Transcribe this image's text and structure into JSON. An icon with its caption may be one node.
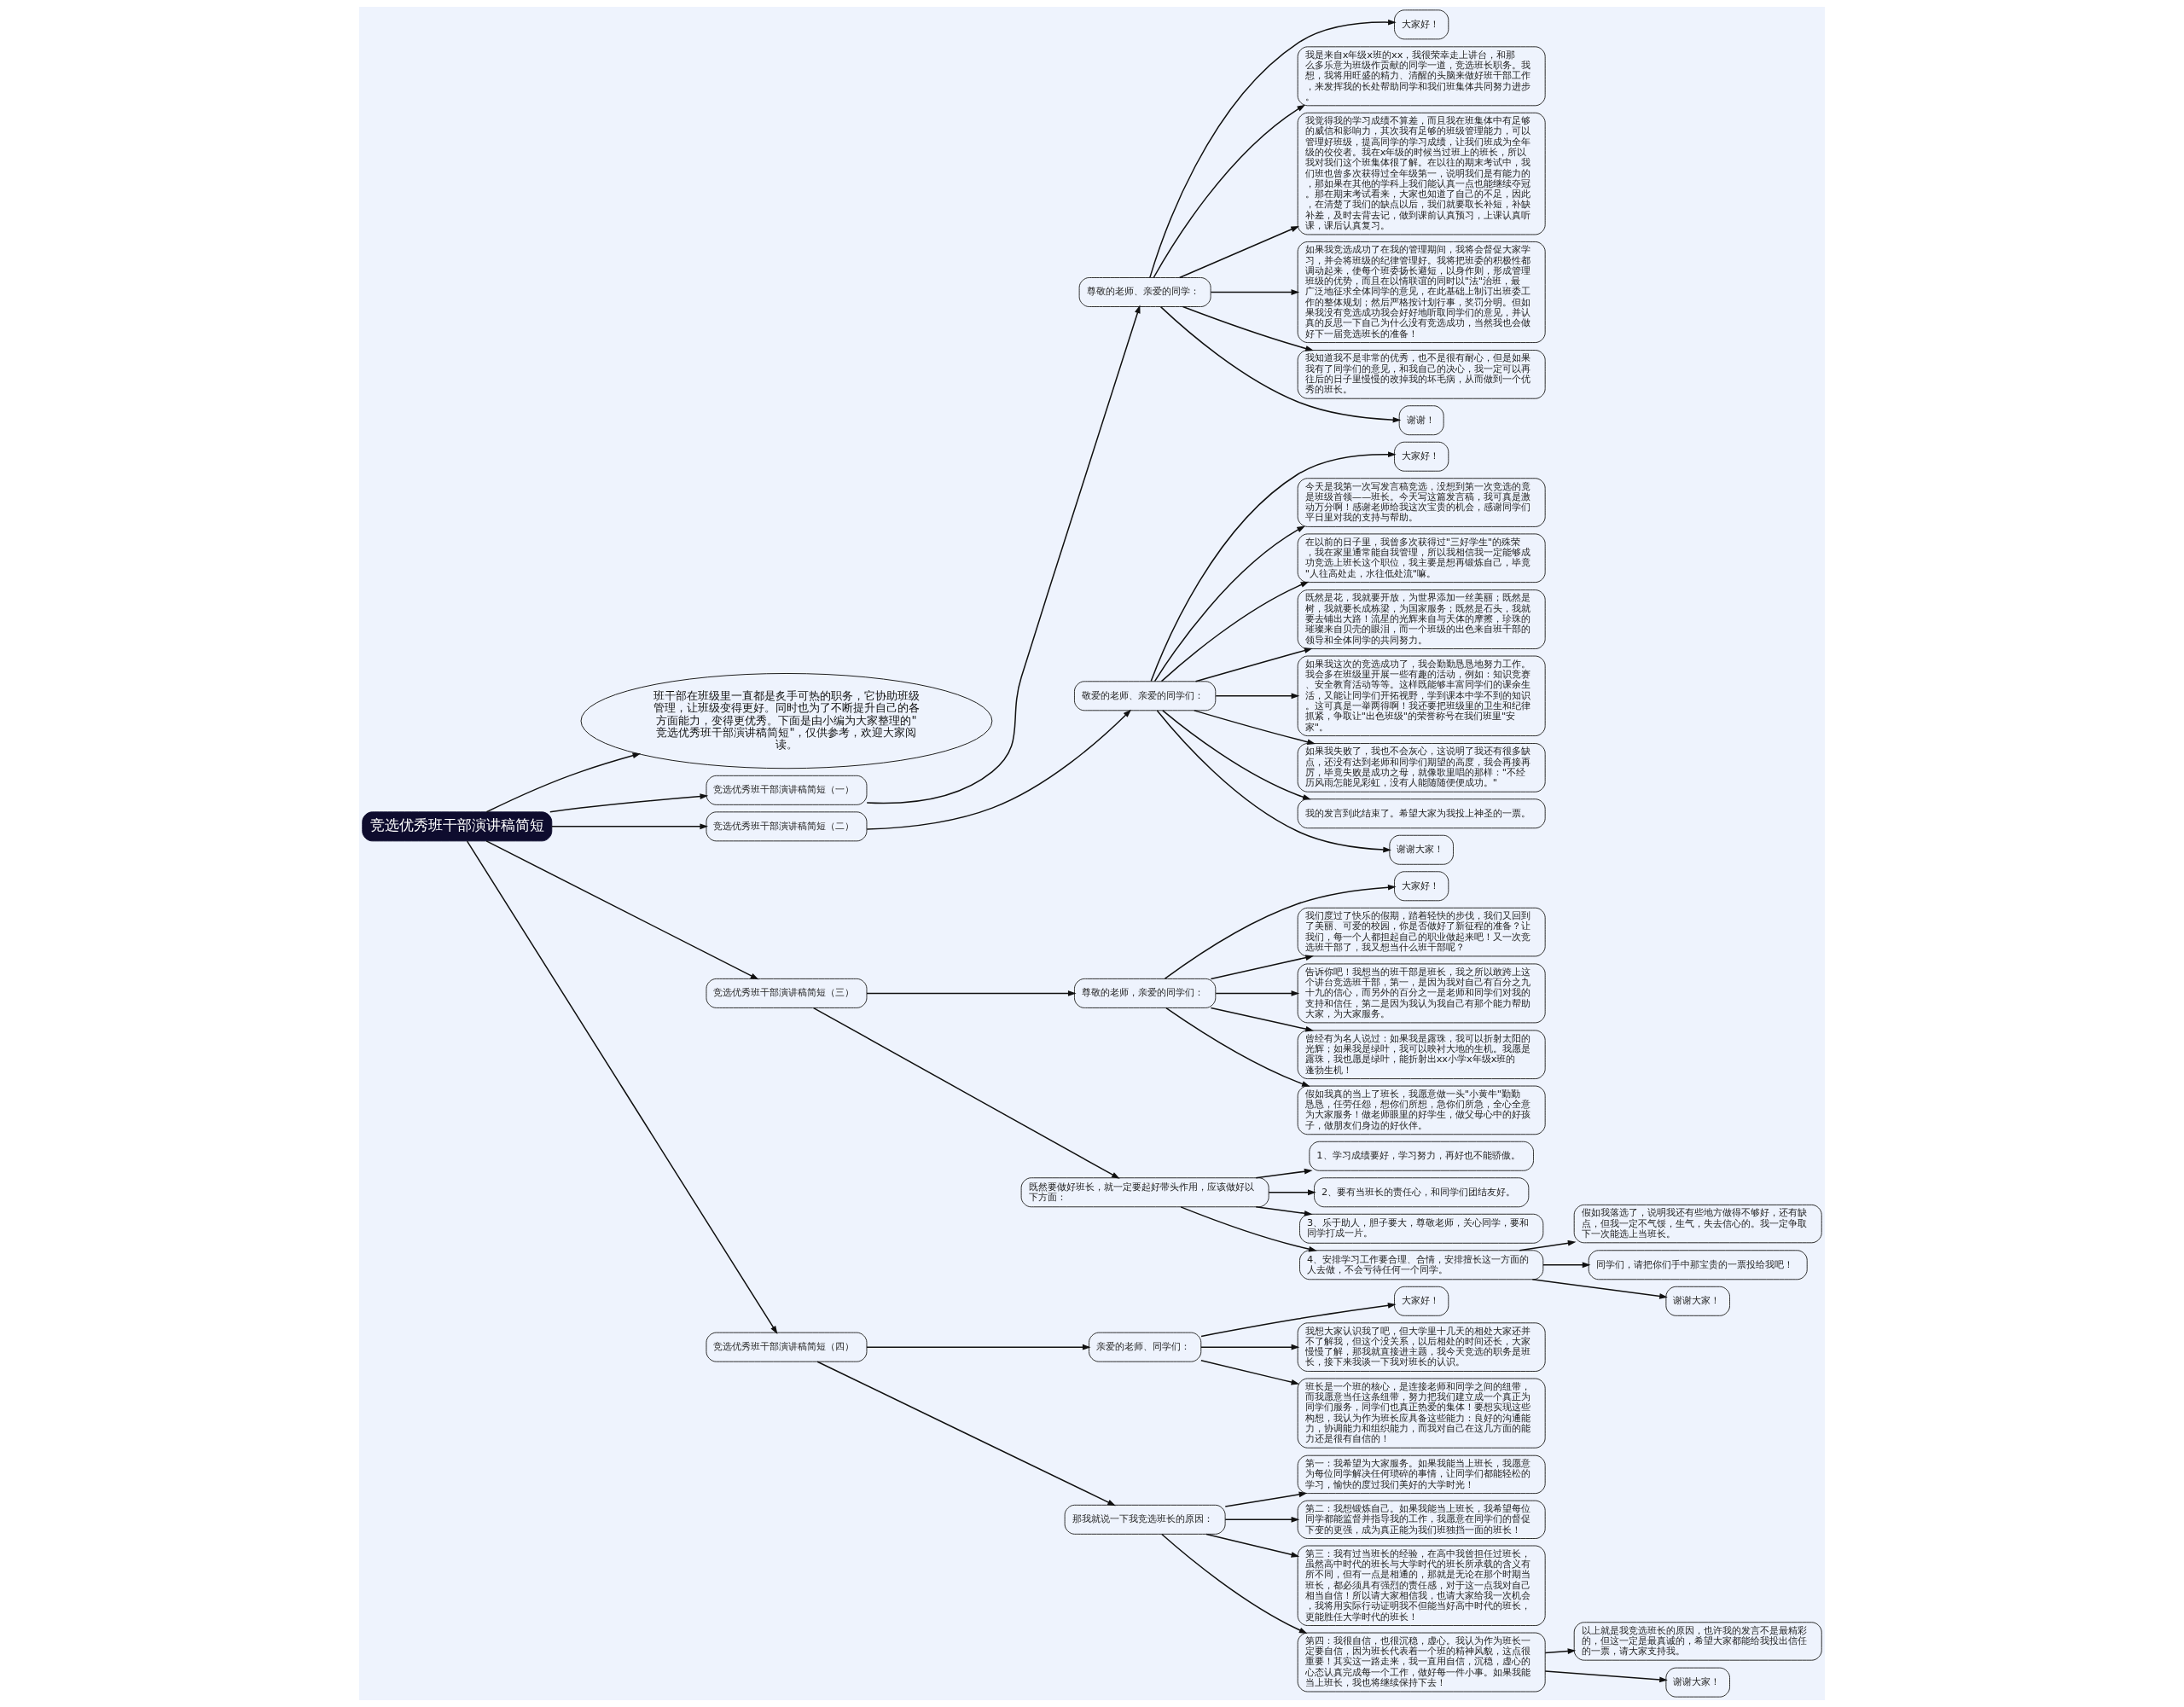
{
  "diagram": {
    "nodes": [
      {
        "text": [
          "竞选优秀班干部演讲稿简短"
        ]
      },
      {
        "text": [
          "班干部在班级里一直都是炙手可热的职务，它协助班级管理，让班级变得更好。同时也为了不断提升自己的各方面能力，变得更优秀。下面是由小编为大家整理的\"竞选优秀班干部演讲稿简短\"，仅供参考，欢迎大家阅读。"
        ]
      },
      {
        "text": [
          "竞选优秀班干部演讲稿简短（一）"
        ]
      },
      {
        "text": [
          "尊敬的老师、亲爱的同学："
        ]
      },
      {
        "text": [
          "大家好！"
        ]
      },
      {
        "text": [
          "我是来自x年级x班的xx，我很荣幸走上讲台，和那么多乐意为班级作贡献的同学一道，竞选班长职务。我想，我将用旺盛的精力、清醒的头脑来做好班干部工作，来发挥我的长处帮助同学和我们班集体共同努力进步。"
        ]
      },
      {
        "text": [
          "我觉得我的学习成绩不算差，而且我在班集体中有足够的威信和影响力，其次我有足够的班级管理能力，可以管理好班级，提高同学的学习成绩，让我们班成为全年级的佼佼者。我在x年级的时候当过班上的班长，所以我对我们这个班集体很了解。在以往的期末考试中，我们班也曾多次获得过全年级第一，说明我们是有能力的，那如果在其他的学科上我们能认真一点也能继续夺冠。那在期末考试看来，大家也知道了自己的不足，因此，在清楚了我们的缺点以后，我们就要取长补短，补缺补差，及时去背去记，做到课前认真预习，上课认真听课，课后认真复习。"
        ]
      },
      {
        "text": [
          "如果我竞选成功了在我的管理期间，我将会督促大家学习，并会将班级的纪律管理好。我将把班委的积极性都调动起来，使每个班委扬长避短，以身作则，形成管理班级的优势，而且在以情联谊的同时以\"法\"治班，最广泛地征求全体同学的意见，在此基础上制订出班委工作的整体规划；然后严格按计划行事，奖罚分明。但如果我没有竞选成功我会好好地听取同学们的意见，并认真的反思一下自己为什么没有竞选成功，当然我也会做好下一届竞选班长的准备！"
        ]
      },
      {
        "text": [
          "我知道我不是非常的优秀，也不是很有耐心，但是如果我有了同学们的意见，和我自己的决心，我一定可以再往后的日子里慢慢的改掉我的坏毛病，从而做到一个优秀的班长。"
        ]
      },
      {
        "text": [
          "谢谢！"
        ]
      },
      {
        "text": [
          "竞选优秀班干部演讲稿简短（二）"
        ]
      },
      {
        "text": [
          "敬爱的老师、亲爱的同学们："
        ]
      },
      {
        "text": [
          "大家好！"
        ]
      },
      {
        "text": [
          "今天是我第一次写发言稿竞选，没想到第一次竞选的竟是班级首领——班长。今天写这篇发言稿，我可真是激动万分啊！感谢老师给我这次宝贵的机会，感谢同学们平日里对我的支持与帮助。"
        ]
      },
      {
        "text": [
          "在以前的日子里，我曾多次获得过\"三好学生\"的殊荣，我在家里通常能自我管理，所以我相信我一定能够成功竞选上班长这个职位，我主要是想再锻炼自己，毕竟\"人往高处走，水往低处流\"嘛。"
        ]
      },
      {
        "text": [
          "既然是花，我就要开放，为世界添加一丝美丽；既然是树，我就要长成栋梁，为国家服务；既然是石头，我就要去铺出大路！流星的光辉来自与天体的摩擦，珍珠的璀璨来自贝壳的眼泪，而一个班级的出色来自班干部的领导和全体同学的共同努力。"
        ]
      },
      {
        "text": [
          "如果我这次的竞选成功了，我会勤勤恳恳地努力工作。我会多在班级里开展一些有趣的活动，例如：知识竞赛、安全教育活动等等。这样既能够丰富同学们的课余生活，又能让同学们开拓视野，学到课本中学不到的知识。这可真是一举两得啊！我还要把班级里的卫生和纪律抓紧，争取让\"出色班级\"的荣誉称号在我们班里\"安家\"。"
        ]
      },
      {
        "text": [
          "如果我失败了，我也不会灰心，这说明了我还有很多缺点，还没有达到老师和同学们期望的高度，我会再接再厉，毕竟失败是成功之母，就像歌里唱的那样：\"不经历风雨怎能见彩虹，没有人能随随便便成功。\""
        ]
      },
      {
        "text": [
          "我的发言到此结束了。希望大家为我投上神圣的一票。"
        ]
      },
      {
        "text": [
          "谢谢大家！"
        ]
      },
      {
        "text": [
          "竞选优秀班干部演讲稿简短（三）"
        ]
      },
      {
        "text": [
          "尊敬的老师，亲爱的同学们："
        ]
      },
      {
        "text": [
          "大家好！"
        ]
      },
      {
        "text": [
          "我们度过了快乐的假期，踏着轻快的步伐，我们又回到了美丽、可爱的校园，你是否做好了新征程的准备？让我们，每一个人都担起自己的职业做起来吧！又一次竞选班干部了，我又想当什么班干部呢？"
        ]
      },
      {
        "text": [
          "告诉你吧！我想当的班干部是班长，我之所以敢跨上这个讲台竞选班干部，第一，是因为我对自己有百分之九十九的信心，而另外的百分之一是老师和同学们对我的支持和信任，第二是因为我认为我自己有那个能力帮助大家，为大家服务。"
        ]
      },
      {
        "text": [
          "曾经有为名人说过：如果我是露珠，我可以折射太阳的光辉；如果我是绿叶，我可以映衬大地的生机。我愿是露珠，我也愿是绿叶，能折射出xx小学x年级x班的蓬勃生机！"
        ]
      },
      {
        "text": [
          "假如我真的当上了班长，我愿意做一头\"小黄牛\"勤勤恳恳，任劳任怨，想你们所想，急你们所急，全心全意为大家服务！做老师眼里的好学生，做父母心中的好孩子，做朋友们身边的好伙伴。"
        ]
      },
      {
        "text": [
          "既然要做好班长，就一定要起好带头作用，应该做好以下方面："
        ]
      },
      {
        "text": [
          "1、学习成绩要好，学习努力，再好也不能骄傲。"
        ]
      },
      {
        "text": [
          "2、要有当班长的责任心，和同学们团结友好。"
        ]
      },
      {
        "text": [
          "3、乐于助人，胆子要大，尊敬老师，关心同学，要和同学打成一片。"
        ]
      },
      {
        "text": [
          "4、安排学习工作要合理、合情，安排擅长这一方面的人去做，不会亏待任何一个同学。"
        ]
      },
      {
        "text": [
          "假如我落选了，说明我还有些地方做得不够好，还有缺点，但我一定不气馁，生气，失去信心的。我一定争取下一次能选上当班长。"
        ]
      },
      {
        "text": [
          "同学们，请把你们手中那宝贵的一票投给我吧！"
        ]
      },
      {
        "text": [
          "谢谢大家！"
        ]
      },
      {
        "text": [
          "竞选优秀班干部演讲稿简短（四）"
        ]
      },
      {
        "text": [
          "亲爱的老师、同学们："
        ]
      },
      {
        "text": [
          "大家好！"
        ]
      },
      {
        "text": [
          "我想大家认识我了吧，但大学里十几天的相处大家还并不了解我，但这个没关系，以后相处的时间还长，大家慢慢了解，那我就直接进主题，我今天竞选的职务是班长，接下来我谈一下我对班长的认识。"
        ]
      },
      {
        "text": [
          "班长是一个班的核心，是连接老师和同学之间的纽带，而我愿意当任这条纽带，努力把我们建立成一个真正为同学们服务，同学们也真正热爱的集体！要想实现这些构想，我认为作为班长应具备这些能力：良好的沟通能力，协调能力和组织能力，而我对自己在这几方面的能力还是很有自信的！"
        ]
      },
      {
        "text": [
          "那我就说一下我竞选班长的原因："
        ]
      },
      {
        "text": [
          "第一：我希望为大家服务。如果我能当上班长，我愿意为每位同学解决任何琐碎的事情，让同学们都能轻松的学习，愉快的度过我们美好的大学时光！"
        ]
      },
      {
        "text": [
          "第二：我想锻炼自己。如果我能当上班长，我希望每位同学都能监督并指导我的工作，我愿意在同学们的督促下变的更强，成为真正能为我们班独挡一面的班长！"
        ]
      },
      {
        "text": [
          "第三：我有过当班长的经验，在高中我曾担任过班长，虽然高中时代的班长与大学时代的班长所承载的含义有所不同，但有一点是相通的，那就是无论在那个时期当班长，都必须具有强烈的责任感，对于这一点我对自己相当自信！所以请大家相信我，也请大家给我一次机会，我将用实际行动证明我不但能当好高中时代的班长，更能胜任大学时代的班长！"
        ]
      },
      {
        "text": [
          "第四：我很自信，也很沉稳，虚心。我认为作为班长一定要自信，因为班长代表着一个班的精神风貌，这点很重要！其实这一路走来，我一直用自信，沉稳，虚心的心态认真完成每一个工作，做好每一件小事。如果我能当上班长，我也将继续保持下去！"
        ]
      },
      {
        "text": [
          "以上就是我竞选班长的原因，也许我的发言不是最精彩的，但这一定是最真诚的，希望大家都能给我投出信任的一票，请大家支持我。"
        ]
      },
      {
        "text": [
          "谢谢大家！"
        ]
      }
    ],
    "edges": [
      {
        "from": 0,
        "to": 1,
        "arrow": "to"
      },
      {
        "from": 0,
        "to": 2,
        "arrow": "to"
      },
      {
        "from": 2,
        "to": 3,
        "arrow": "to"
      },
      {
        "from": 3,
        "to": 4,
        "arrow": "to"
      },
      {
        "from": 3,
        "to": 5,
        "arrow": "to"
      },
      {
        "from": 3,
        "to": 6,
        "arrow": "to"
      },
      {
        "from": 3,
        "to": 7,
        "arrow": "to"
      },
      {
        "from": 3,
        "to": 8,
        "arrow": "to"
      },
      {
        "from": 3,
        "to": 9,
        "arrow": "to"
      },
      {
        "from": 0,
        "to": 10,
        "arrow": "to"
      },
      {
        "from": 10,
        "to": 11,
        "arrow": "to"
      },
      {
        "from": 11,
        "to": 12,
        "arrow": "to"
      },
      {
        "from": 11,
        "to": 13,
        "arrow": "to"
      },
      {
        "from": 11,
        "to": 14,
        "arrow": "to"
      },
      {
        "from": 11,
        "to": 15,
        "arrow": "to"
      },
      {
        "from": 11,
        "to": 16,
        "arrow": "to"
      },
      {
        "from": 11,
        "to": 17,
        "arrow": "to"
      },
      {
        "from": 11,
        "to": 18,
        "arrow": "to"
      },
      {
        "from": 11,
        "to": 19,
        "arrow": "to"
      },
      {
        "from": 0,
        "to": 20,
        "arrow": "to"
      },
      {
        "from": 20,
        "to": 21,
        "arrow": "to"
      },
      {
        "from": 21,
        "to": 22,
        "arrow": "to"
      },
      {
        "from": 21,
        "to": 23,
        "arrow": "to"
      },
      {
        "from": 21,
        "to": 24,
        "arrow": "to"
      },
      {
        "from": 21,
        "to": 25,
        "arrow": "to"
      },
      {
        "from": 21,
        "to": 26,
        "arrow": "to"
      },
      {
        "from": 20,
        "to": 27,
        "arrow": "to"
      },
      {
        "from": 27,
        "to": 28,
        "arrow": "to"
      },
      {
        "from": 27,
        "to": 29,
        "arrow": "to"
      },
      {
        "from": 27,
        "to": 30,
        "arrow": "to"
      },
      {
        "from": 27,
        "to": 31,
        "arrow": "to"
      },
      {
        "from": 31,
        "to": 32,
        "arrow": "to"
      },
      {
        "from": 31,
        "to": 33,
        "arrow": "to"
      },
      {
        "from": 31,
        "to": 34,
        "arrow": "to"
      },
      {
        "from": 0,
        "to": 35,
        "arrow": "to"
      },
      {
        "from": 35,
        "to": 36,
        "arrow": "to"
      },
      {
        "from": 36,
        "to": 37,
        "arrow": "to"
      },
      {
        "from": 36,
        "to": 38,
        "arrow": "to"
      },
      {
        "from": 36,
        "to": 39,
        "arrow": "to"
      },
      {
        "from": 35,
        "to": 40,
        "arrow": "to"
      },
      {
        "from": 40,
        "to": 41,
        "arrow": "to"
      },
      {
        "from": 40,
        "to": 42,
        "arrow": "to"
      },
      {
        "from": 40,
        "to": 43,
        "arrow": "to"
      },
      {
        "from": 40,
        "to": 44,
        "arrow": "to"
      },
      {
        "from": 44,
        "to": 45,
        "arrow": "to"
      },
      {
        "from": 44,
        "to": 46,
        "arrow": "to"
      }
    ]
  }
}
